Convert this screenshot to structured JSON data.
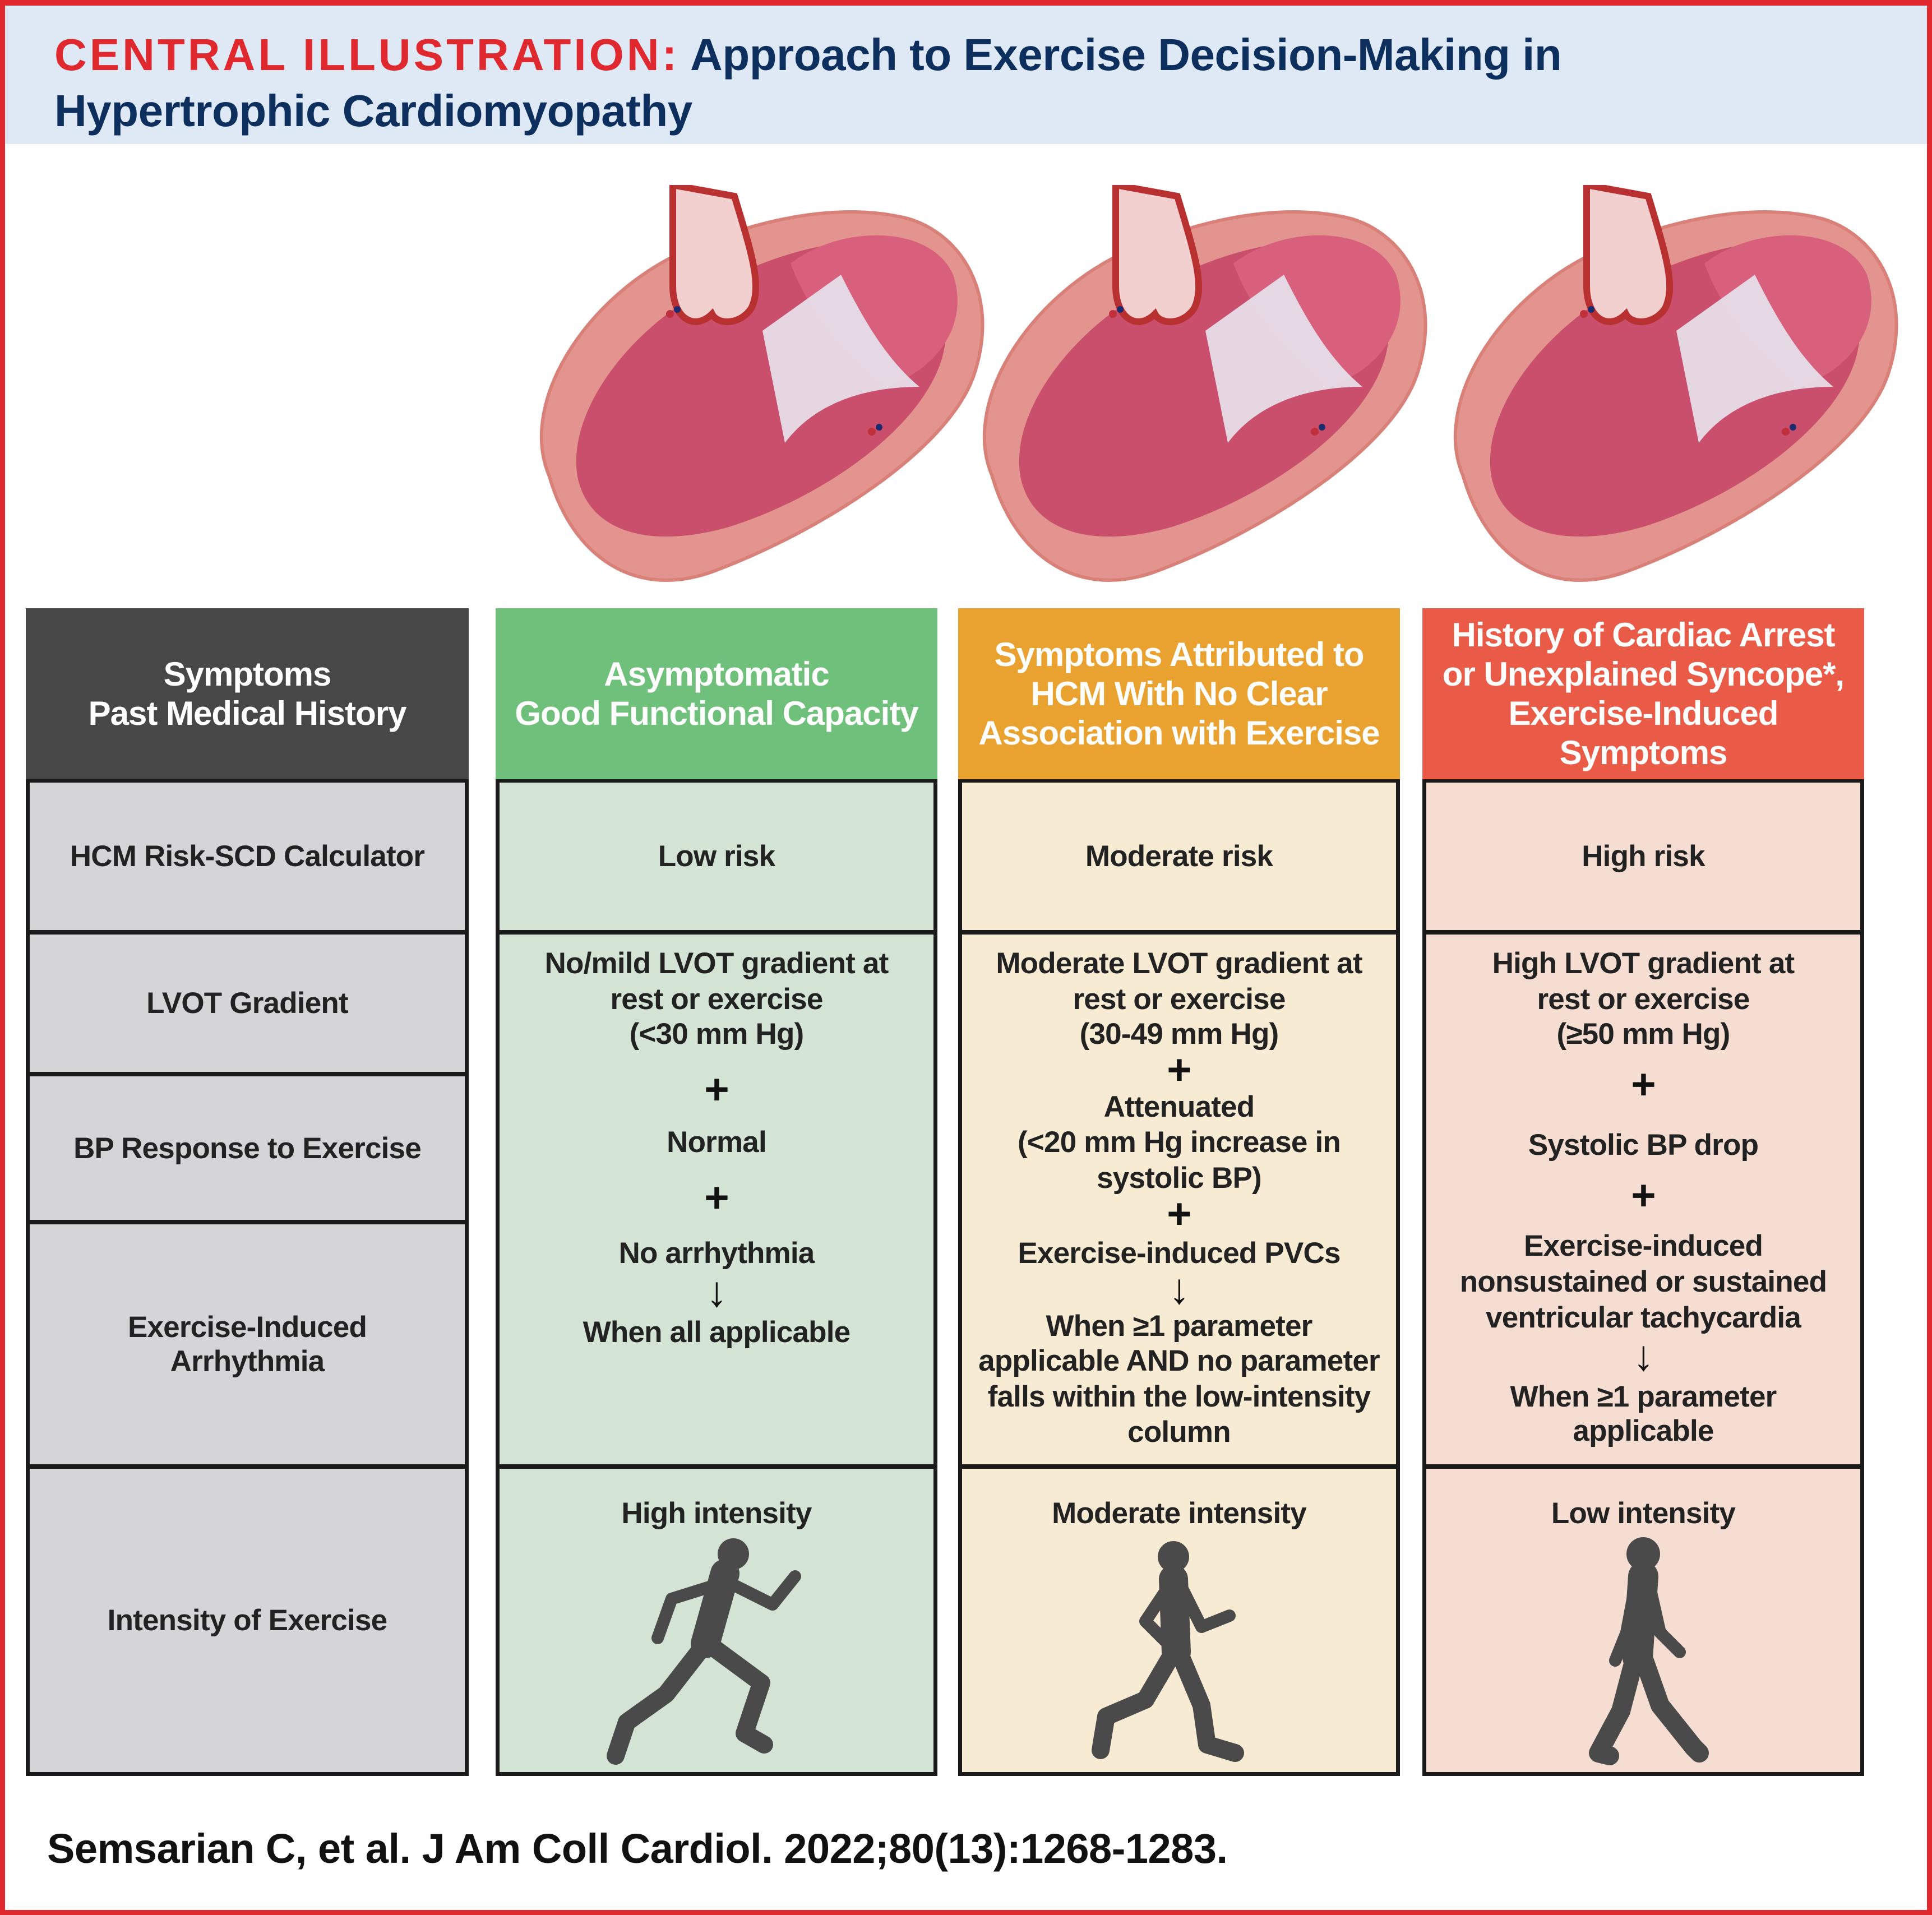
{
  "header": {
    "label": "CENTRAL ILLUSTRATION:",
    "title_line1": "Approach to Exercise Decision-Making in",
    "title_line2": "Hypertrophic Cardiomyopathy"
  },
  "colors": {
    "label_red": "#e0282f",
    "title_navy": "#0d2f5e",
    "header_band": "#dfe8f5",
    "criteria_header": "#474747",
    "low_header": "#6fc07a",
    "moderate_header": "#e9a230",
    "high_header": "#e95b47",
    "criteria_cell": "#d5d5d8",
    "low_cell": "#d3e4d5",
    "moderate_cell": "#f8ebd3",
    "high_cell": "#f6ddd2"
  },
  "illustrations": [
    "heart-mild-hypertrophy",
    "heart-moderate-hypertrophy",
    "heart-severe-hypertrophy"
  ],
  "criteria": {
    "header": [
      "Symptoms",
      "Past Medical History"
    ],
    "rows": [
      "HCM Risk-SCD Calculator",
      "LVOT Gradient",
      "BP Response to Exercise",
      "Exercise-Induced Arrhythmia",
      "Intensity of Exercise"
    ]
  },
  "columns": [
    {
      "header": [
        "Asymptomatic",
        "Good Functional Capacity"
      ],
      "risk": "Low risk",
      "details": [
        "No/mild LVOT gradient at",
        "rest or exercise",
        "(<30 mm Hg)",
        "+",
        "Normal",
        "+",
        "No arrhythmia",
        "↓",
        "When all applicable"
      ],
      "intensity": "High intensity",
      "figure": "running-figure-icon"
    },
    {
      "header": [
        "Symptoms Attributed to",
        "HCM With No Clear",
        "Association with Exercise"
      ],
      "risk": "Moderate risk",
      "details": [
        "Moderate LVOT gradient at",
        "rest or exercise",
        "(30-49 mm Hg)",
        "+",
        "Attenuated",
        "(<20 mm Hg increase in",
        "systolic BP)",
        "+",
        "Exercise-induced PVCs",
        "↓",
        "When ≥1 parameter",
        "applicable AND no parameter",
        "falls within the low-intensity",
        "column"
      ],
      "intensity": "Moderate intensity",
      "figure": "jogging-figure-icon"
    },
    {
      "header": [
        "History of Cardiac Arrest",
        "or Unexplained Syncope*,",
        "Exercise-Induced",
        "Symptoms"
      ],
      "risk": "High risk",
      "details": [
        "High LVOT gradient at",
        "rest or exercise",
        "(≥50 mm Hg)",
        "+",
        "Systolic BP drop",
        "+",
        "Exercise-induced",
        "nonsustained or sustained",
        "ventricular tachycardia",
        "↓",
        "When ≥1 parameter",
        "applicable"
      ],
      "intensity": "Low intensity",
      "figure": "walking-figure-icon"
    }
  ],
  "citation": "Semsarian C, et al. J Am Coll Cardiol. 2022;80(13):1268-1283."
}
